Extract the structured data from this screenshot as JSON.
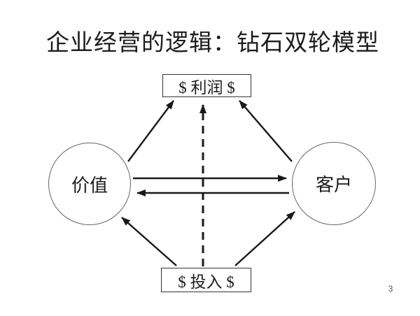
{
  "slide": {
    "title": "企业经营的逻辑：钻石双轮模型",
    "page_number": "3",
    "background_color": "#ffffff"
  },
  "diagram": {
    "nodes": {
      "profit_box": {
        "label": "$ 利润 $",
        "shape": "rectangle"
      },
      "investment_box": {
        "label": "$ 投入 $",
        "shape": "rectangle"
      },
      "value_circle": {
        "label": "价值",
        "shape": "circle"
      },
      "customer_circle": {
        "label": "客户",
        "shape": "circle"
      }
    },
    "edges": [
      {
        "from": "value_circle",
        "to": "profit_box",
        "style": "solid"
      },
      {
        "from": "customer_circle",
        "to": "profit_box",
        "style": "solid"
      },
      {
        "from": "investment_box",
        "to": "value_circle",
        "style": "solid"
      },
      {
        "from": "investment_box",
        "to": "customer_circle",
        "style": "solid"
      },
      {
        "from": "value_circle",
        "to": "customer_circle",
        "style": "solid"
      },
      {
        "from": "customer_circle",
        "to": "value_circle",
        "style": "solid"
      },
      {
        "from": "investment_box",
        "to": "profit_box",
        "style": "dashed"
      }
    ],
    "colors": {
      "arrow": "#1a1a1a",
      "box_border": "#333333",
      "circle_border": "#666666",
      "text": "#1c1c1c",
      "page_number": "#4a5570"
    }
  }
}
